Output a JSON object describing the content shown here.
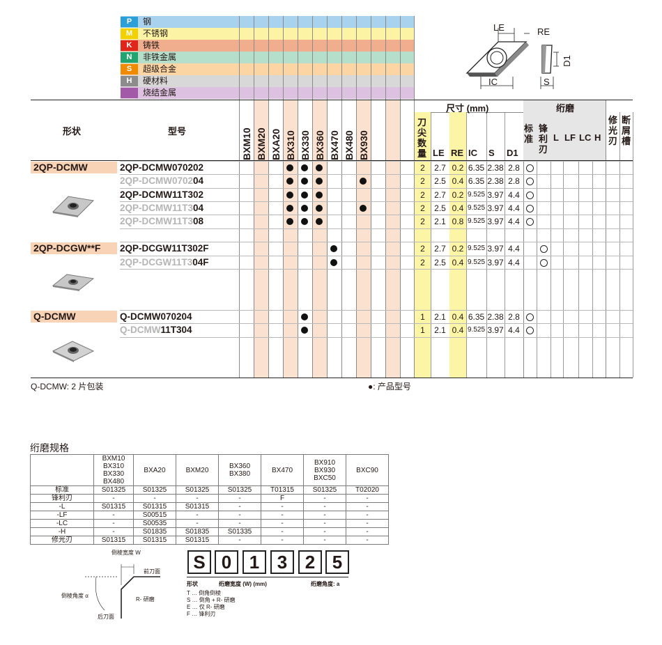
{
  "materials": [
    {
      "code": "P",
      "name": "钢",
      "code_color": "#2b9fd8",
      "row_color": "#a9d2ee"
    },
    {
      "code": "M",
      "name": "不锈钢",
      "code_color": "#f3d100",
      "row_color": "#fcf3a5"
    },
    {
      "code": "K",
      "name": "铸铁",
      "code_color": "#e0261b",
      "row_color": "#f1ae8e"
    },
    {
      "code": "N",
      "name": "非铁金属",
      "code_color": "#22a36f",
      "row_color": "#b5dfcb"
    },
    {
      "code": "S",
      "name": "超级合金",
      "code_color": "#f08a00",
      "row_color": "#fbd6a4"
    },
    {
      "code": "H",
      "name": "硬材料",
      "code_color": "#8c8c8c",
      "row_color": "#d8d8d8"
    },
    {
      "code": "",
      "name": "烧结金属",
      "code_color": "#a25aa8",
      "row_color": "#dcc2e0"
    }
  ],
  "table_header": {
    "shape": "形状",
    "model": "型号",
    "grades": [
      "BXM10",
      "BXM20",
      "BXA20",
      "BX310",
      "BX330",
      "BX360",
      "BX470",
      "BX480",
      "BX930"
    ],
    "corners": "刀尖数量",
    "dimensions": "尺寸 (mm)",
    "dim_cols": [
      "LE",
      "RE",
      "IC",
      "S",
      "D1"
    ],
    "honing": "绗磨",
    "honing_cols": [
      "标准",
      "锋利刃",
      "L",
      "LF",
      "LC",
      "H"
    ],
    "wiper": "修光刃",
    "chipbreaker": "断屑槽"
  },
  "families": [
    {
      "name": "2QP-DCMW"
    },
    {
      "name": "2QP-DCGW**F"
    },
    {
      "name": "Q-DCMW"
    }
  ],
  "rows": [
    {
      "prefix": "2QP-DCMW070202",
      "suffix": "",
      "corners": "2",
      "le": "2.7",
      "re": "0.2",
      "ic": "6.35",
      "s": "2.38",
      "d1": "2.8",
      "mark": "○"
    },
    {
      "prefix": "2QP-DCMW0702",
      "suffix": "04",
      "corners": "2",
      "le": "2.5",
      "re": "0.4",
      "ic": "6.35",
      "s": "2.38",
      "d1": "2.8",
      "mark": "○"
    },
    {
      "prefix": "2QP-DCMW11T302",
      "suffix": "",
      "corners": "2",
      "le": "2.7",
      "re": "0.2",
      "ic": "9.525",
      "s": "3.97",
      "d1": "4.4",
      "mark": "○"
    },
    {
      "prefix": "2QP-DCMW11T3",
      "suffix": "04",
      "corners": "2",
      "le": "2.5",
      "re": "0.4",
      "ic": "9.525",
      "s": "3.97",
      "d1": "4.4",
      "mark": "○"
    },
    {
      "prefix": "2QP-DCMW11T3",
      "suffix": "08",
      "corners": "2",
      "le": "2.1",
      "re": "0.8",
      "ic": "9.525",
      "s": "3.97",
      "d1": "4.4",
      "mark": "○"
    },
    {
      "prefix": "2QP-DCGW11T302F",
      "suffix": "",
      "corners": "2",
      "le": "2.7",
      "re": "0.2",
      "ic": "9.525",
      "s": "3.97",
      "d1": "4.4",
      "mark": "○"
    },
    {
      "prefix": "2QP-DCGW11T3",
      "suffix": "04F",
      "corners": "2",
      "le": "2.5",
      "re": "0.4",
      "ic": "9.525",
      "s": "3.97",
      "d1": "4.4",
      "mark": "○"
    },
    {
      "prefix": "Q-DCMW070204",
      "suffix": "",
      "corners": "1",
      "le": "2.1",
      "re": "0.4",
      "ic": "6.35",
      "s": "2.38",
      "d1": "2.8",
      "mark": "○"
    },
    {
      "prefix": "Q-DCMW",
      "suffix": "11T304",
      "corners": "1",
      "le": "2.1",
      "re": "0.4",
      "ic": "9.525",
      "s": "3.97",
      "d1": "4.4",
      "mark": "○"
    }
  ],
  "diagram_labels": {
    "le": "LE",
    "re": "RE",
    "d1": "D1",
    "ic": "IC",
    "s": "S"
  },
  "notes": {
    "left": "Q-DCMW: 2 片包装",
    "right": "●: 产品型号"
  },
  "spec": {
    "title": "绗磨规格",
    "headers": [
      "BXM10\nBX310\nBX330\nBX480",
      "BXA20",
      "BXM20",
      "BX360\nBX380",
      "BX470",
      "BX910\nBX930\nBXC50",
      "BXC90"
    ],
    "rows": [
      {
        "label": "标准",
        "values": [
          "S01325",
          "S01325",
          "S01325",
          "S01325",
          "T01315",
          "S01325",
          "T02020"
        ]
      },
      {
        "label": "锋利刃",
        "values": [
          "-",
          "-",
          "-",
          "-",
          "F",
          "-",
          "-"
        ]
      },
      {
        "label": "-L",
        "values": [
          "S01315",
          "S01315",
          "S01315",
          "-",
          "-",
          "-",
          "-"
        ]
      },
      {
        "label": "-LF",
        "values": [
          "-",
          "S00515",
          "-",
          "-",
          "-",
          "-",
          "-"
        ]
      },
      {
        "label": "-LC",
        "values": [
          "-",
          "S00535",
          "-",
          "-",
          "-",
          "-",
          "-"
        ]
      },
      {
        "label": "-H",
        "values": [
          "-",
          "S01835",
          "S01835",
          "S01335",
          "-",
          "-",
          "-"
        ]
      },
      {
        "label": "修光刃",
        "values": [
          "S01315",
          "S01315",
          "S01315",
          "-",
          "-",
          "-",
          "-"
        ]
      }
    ]
  },
  "code_example": {
    "digits": [
      "S",
      "0",
      "1",
      "3",
      "2",
      "5"
    ],
    "shape_label": "形状",
    "width_label": "绗磨宽度 (W) (mm)",
    "angle_label": "绗磨角度: a",
    "legend": [
      "T … 倒角倒棱",
      "S … 倒角 + R- 研磨",
      "E … 仅 R- 研磨",
      "F … 锋利刃"
    ]
  },
  "edge_diagram": {
    "width": "倒棱宽度 W",
    "front": "前刀面",
    "angle": "倒棱角度 α",
    "r_hone": "R- 研磨",
    "flank": "后刀面"
  }
}
